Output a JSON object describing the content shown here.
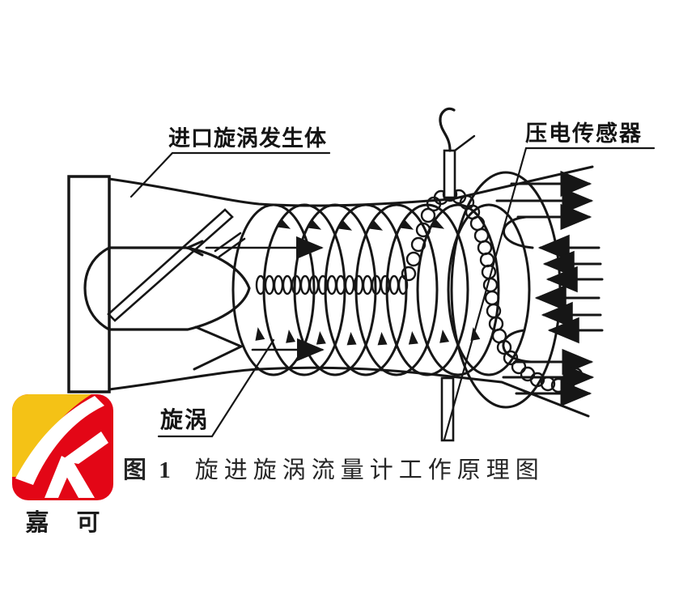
{
  "diagram": {
    "labels": {
      "inlet_generator": "进口旋涡发生体",
      "piezo_sensor": "压电传感器",
      "vortex": "旋涡"
    },
    "ink_color": "#161616",
    "background": "#ffffff"
  },
  "caption": {
    "figure_no": "图 1",
    "title": "旋进旋涡流量计工作原理图"
  },
  "logo": {
    "text": "嘉 可",
    "red": "#e30616",
    "yellow": "#f4c216"
  }
}
